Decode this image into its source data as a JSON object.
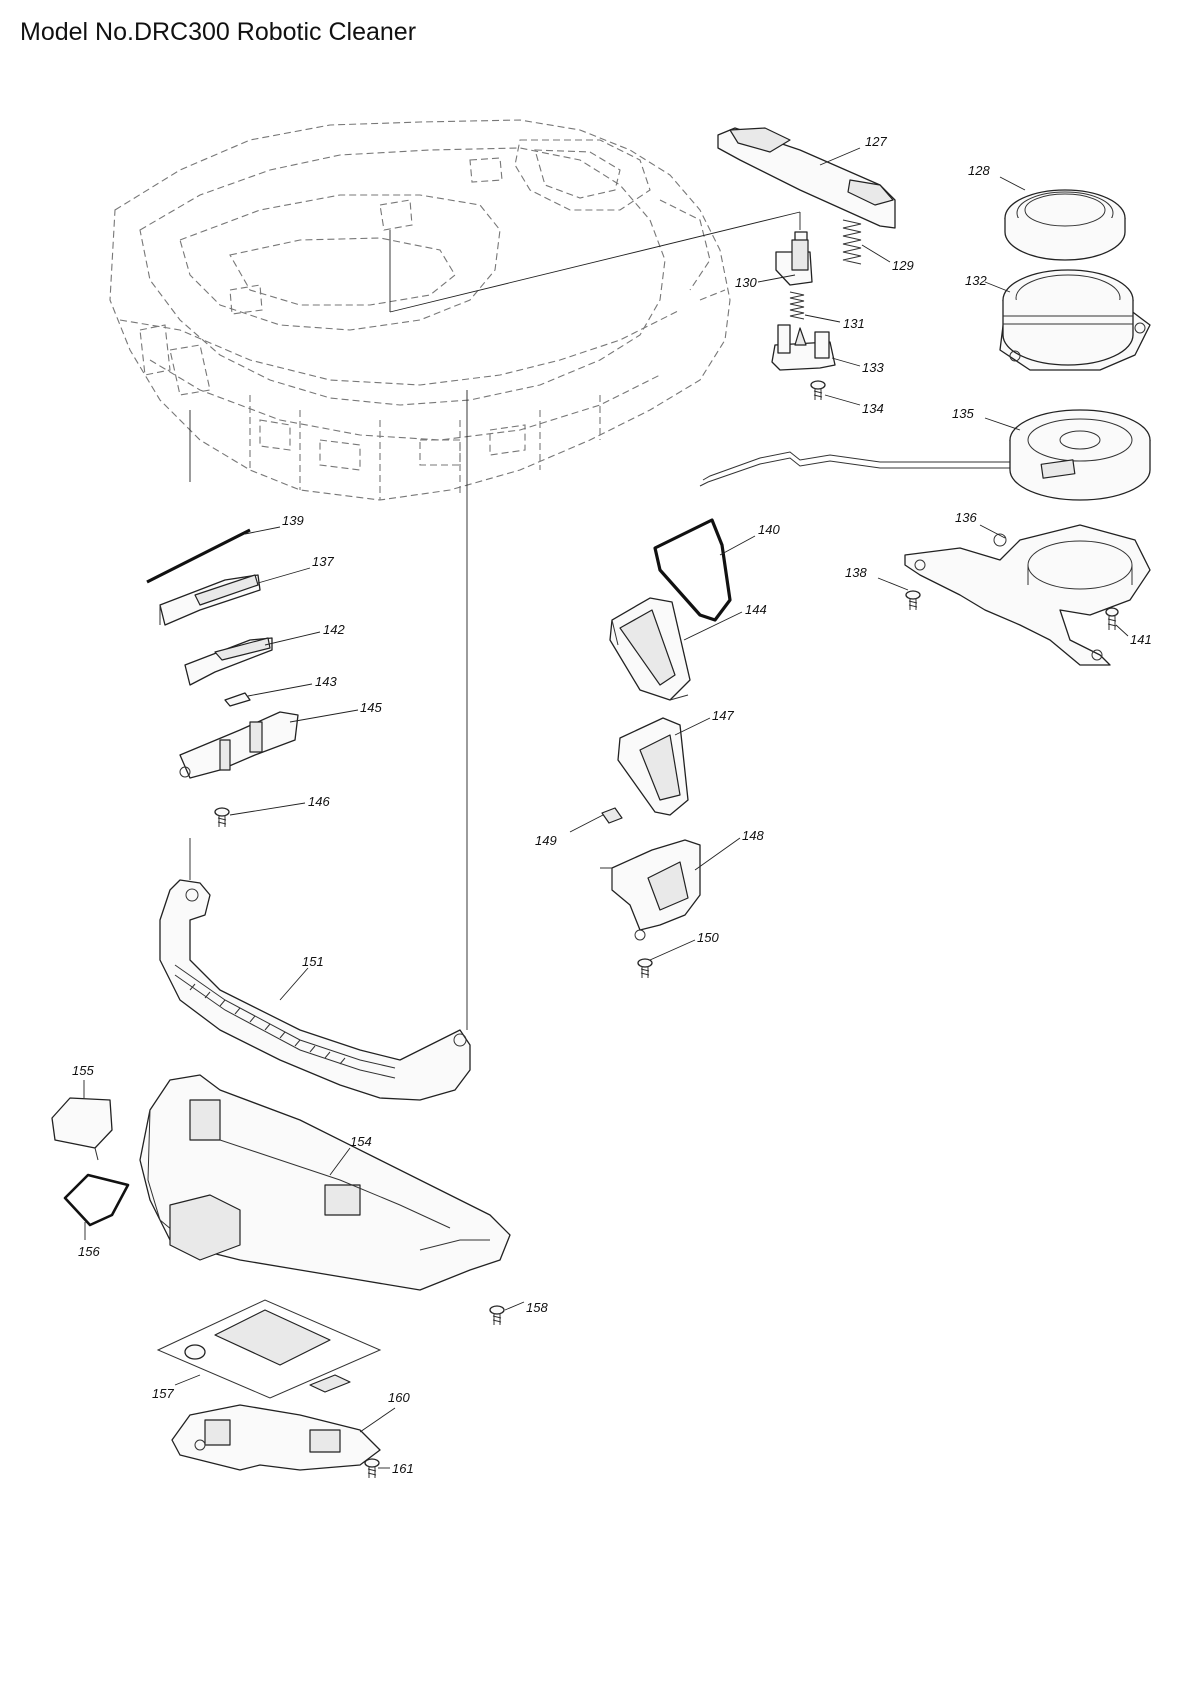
{
  "title": "Model No.DRC300 Robotic Cleaner",
  "parts": [
    "127",
    "128",
    "129",
    "130",
    "131",
    "132",
    "133",
    "134",
    "135",
    "136",
    "137",
    "138",
    "139",
    "140",
    "141",
    "142",
    "143",
    "144",
    "145",
    "146",
    "147",
    "148",
    "149",
    "150",
    "151",
    "154",
    "155",
    "156",
    "157",
    "158",
    "160",
    "161"
  ]
}
